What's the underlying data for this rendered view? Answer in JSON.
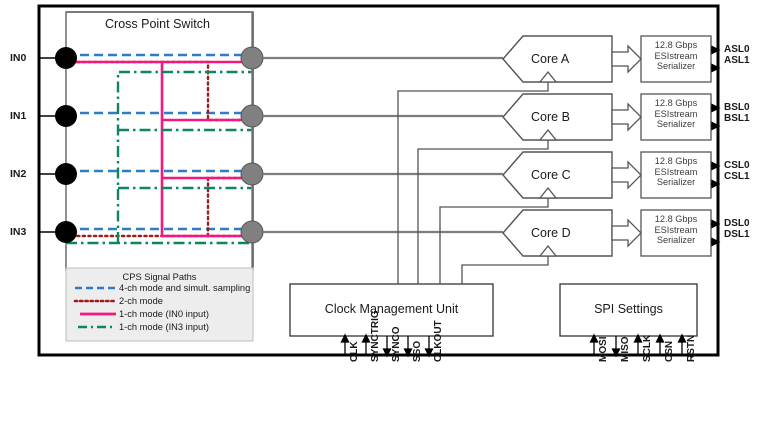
{
  "diagram": {
    "title": "Cross Point Switch block diagram",
    "cps_block": {
      "label": "Cross Point Switch"
    },
    "inputs": [
      {
        "name": "IN0"
      },
      {
        "name": "IN1"
      },
      {
        "name": "IN2"
      },
      {
        "name": "IN3"
      }
    ],
    "cores": [
      {
        "label": "Core A"
      },
      {
        "label": "Core B"
      },
      {
        "label": "Core C"
      },
      {
        "label": "Core D"
      }
    ],
    "serializers": [
      {
        "line1": "12.8 Gbps",
        "line2": "ESIstream",
        "line3": "Serializer"
      },
      {
        "line1": "12.8 Gbps",
        "line2": "ESIstream",
        "line3": "Serializer"
      },
      {
        "line1": "12.8 Gbps",
        "line2": "ESIstream",
        "line3": "Serializer"
      },
      {
        "line1": "12.8 Gbps",
        "line2": "ESIstream",
        "line3": "Serializer"
      }
    ],
    "outputs": [
      {
        "top": "ASL0",
        "bottom": "ASL1"
      },
      {
        "top": "BSL0",
        "bottom": "BSL1"
      },
      {
        "top": "CSL0",
        "bottom": "CSL1"
      },
      {
        "top": "DSL0",
        "bottom": "DSL1"
      }
    ],
    "cmu_block": {
      "label": "Clock Management Unit"
    },
    "spi_block": {
      "label": "SPI Settings"
    },
    "cmu_pins": [
      {
        "name": "CLK",
        "direction": "in"
      },
      {
        "name": "SYNCTRIG",
        "direction": "in"
      },
      {
        "name": "SYNCO",
        "direction": "out"
      },
      {
        "name": "SSO",
        "direction": "out"
      },
      {
        "name": "CLKOUT",
        "direction": "out"
      }
    ],
    "spi_pins": [
      {
        "name": "MOSI",
        "direction": "in"
      },
      {
        "name": "MISO",
        "direction": "out"
      },
      {
        "name": "SCLK",
        "direction": "in"
      },
      {
        "name": "CSN",
        "direction": "in"
      },
      {
        "name": "RSTN",
        "direction": "in"
      }
    ],
    "legend": {
      "title": "CPS Signal Paths",
      "items": [
        {
          "label": "4-ch mode and simult. sampling",
          "color": "#2E7DC6",
          "style": "dashed"
        },
        {
          "label": "2-ch mode",
          "color": "#9E1B1B",
          "style": "dotted"
        },
        {
          "label": "1-ch mode (IN0 input)",
          "color": "#F4177C",
          "style": "solid"
        },
        {
          "label": "1-ch mode (IN3 input)",
          "color": "#0E8466",
          "style": "dashdot"
        }
      ]
    },
    "colors": {
      "blue_4ch": "#2E7DC6",
      "red_2ch": "#9E1B1B",
      "pink_1ch_in0": "#F4177C",
      "green_1ch_in3": "#0E8466",
      "wire_gray": "#7d7d7d",
      "input_node": "#000000",
      "output_node": "#808080",
      "chip_border": "#000000",
      "legend_bg": "#EDEDED"
    }
  }
}
